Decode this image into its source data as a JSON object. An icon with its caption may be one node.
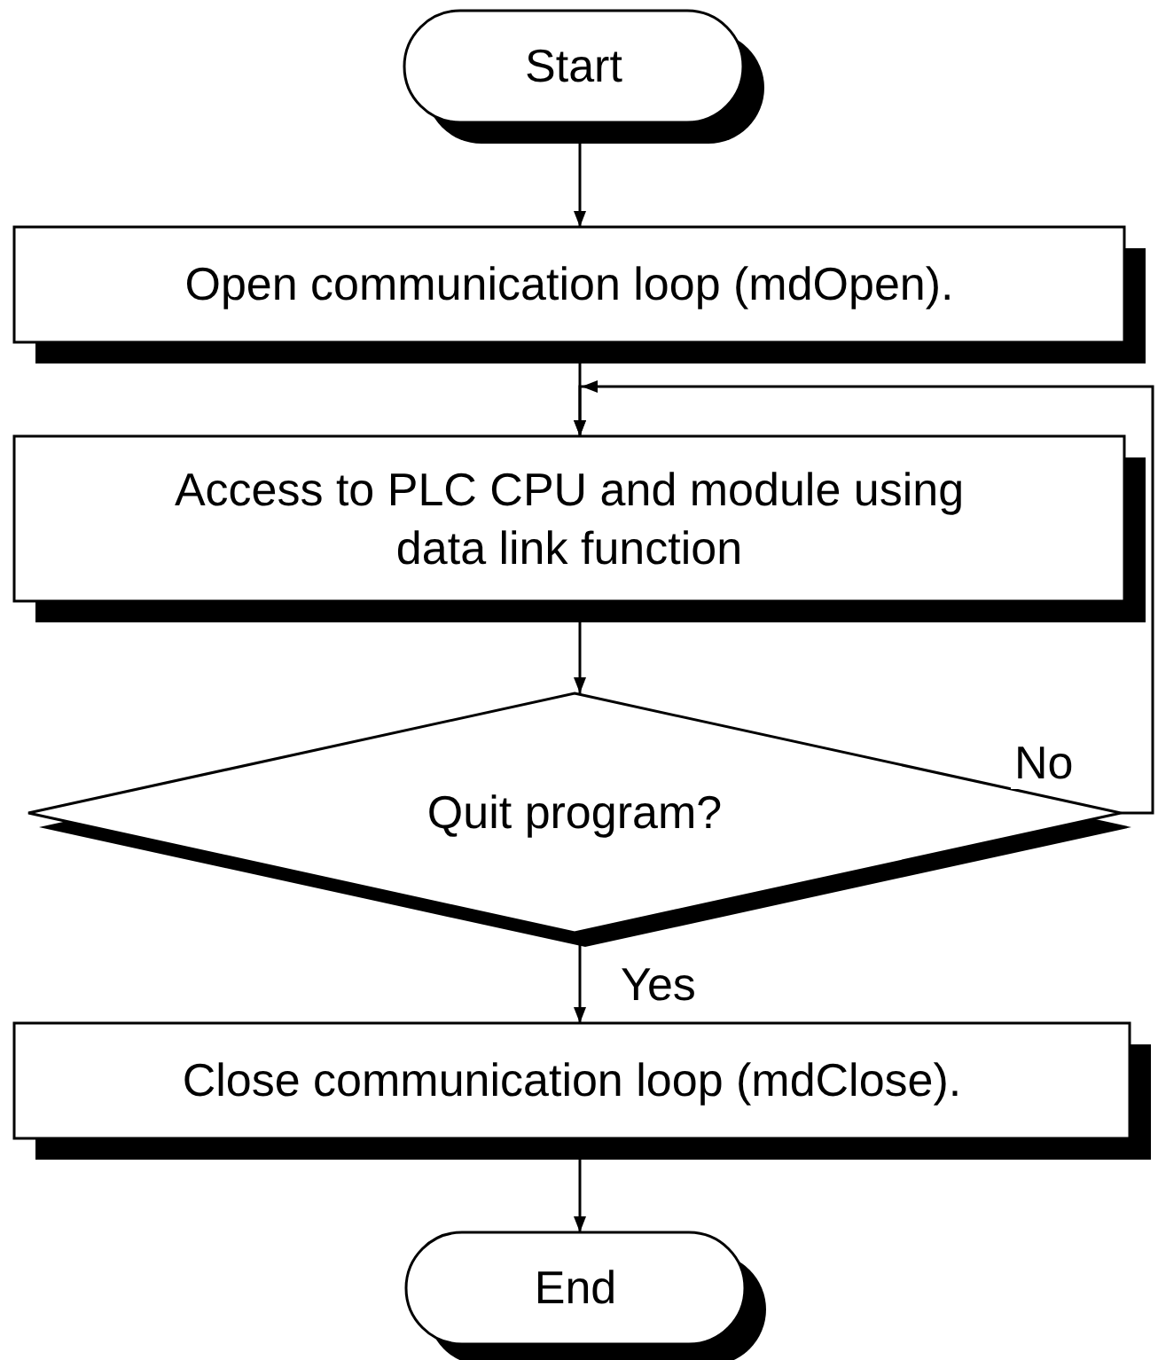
{
  "diagram": {
    "nodes": [
      {
        "text": [
          "Start"
        ]
      },
      {
        "text": [
          "Open communication loop (mdOpen)."
        ]
      },
      {
        "text": [
          "Access to PLC CPU and module using data link function"
        ]
      },
      {
        "text": [
          "Quit program?"
        ]
      },
      {
        "text": [
          "Close communication loop (mdClose)."
        ]
      },
      {
        "text": [
          "End"
        ]
      }
    ],
    "edges": [
      {
        "from": 0,
        "to": 1,
        "arrow": "to"
      },
      {
        "from": 1,
        "to": 2,
        "arrow": "to"
      },
      {
        "from": 2,
        "to": 3,
        "arrow": "to"
      },
      {
        "from": 3,
        "to": 4,
        "arrow": "to",
        "label": "Yes"
      },
      {
        "from": 3,
        "to": 2,
        "arrow": "to",
        "label": "No"
      },
      {
        "from": 4,
        "to": 5,
        "arrow": "to"
      }
    ]
  }
}
